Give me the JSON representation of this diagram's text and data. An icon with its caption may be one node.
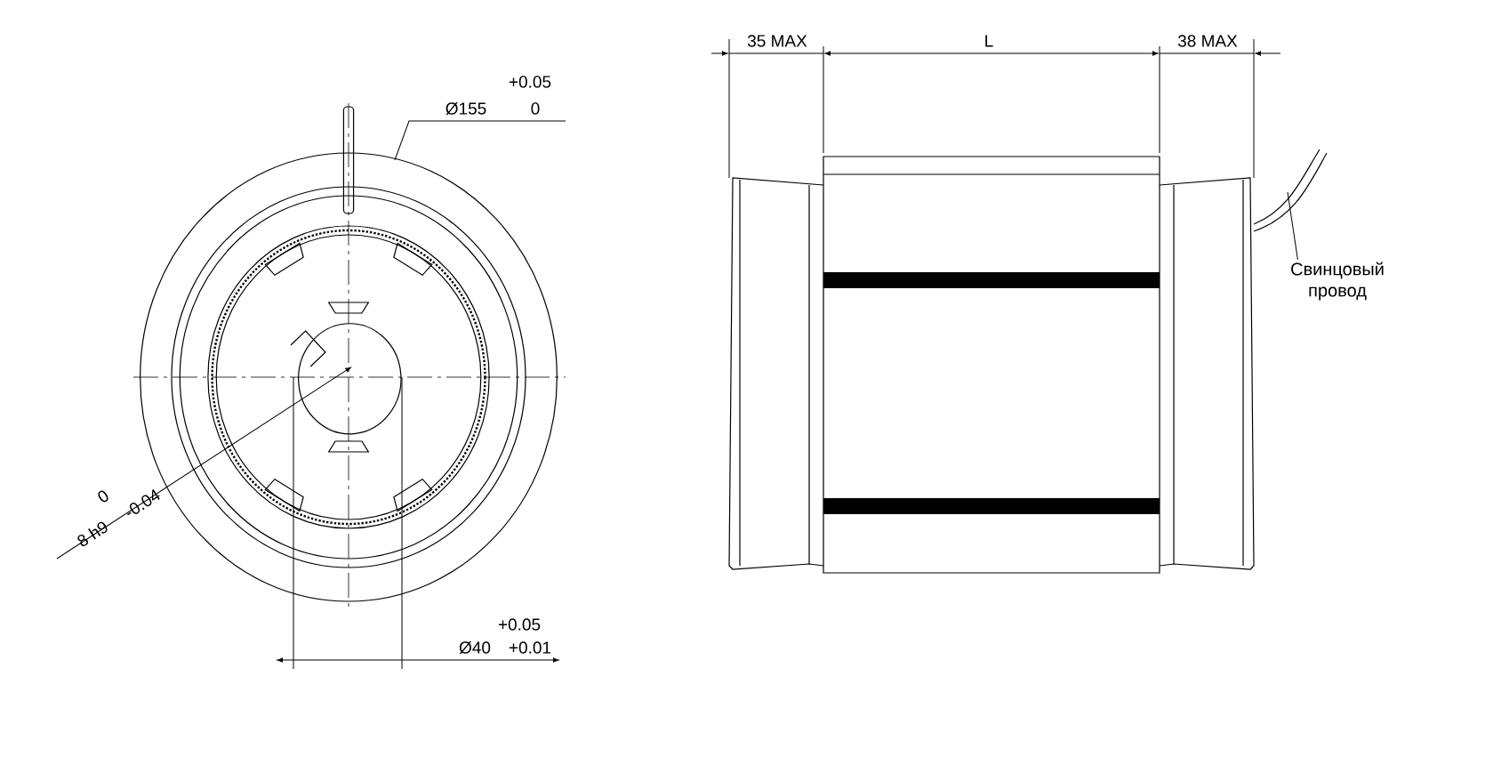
{
  "diagram": {
    "nodes": [
      {
        "text": [
          "Свинцовый провод"
        ]
      },
      {
        "text": [],
        "shape": "picture"
      }
    ],
    "edges": [
      {
        "from": 0,
        "to": 1,
        "arrow": "none"
      }
    ],
    "labels": [
      "+0.05",
      "Ø155",
      "0",
      "0",
      "8 h9",
      "-0.04",
      "+0.05",
      "Ø40",
      "+0.01",
      "35 MAX",
      "L",
      "38 MAX"
    ]
  }
}
